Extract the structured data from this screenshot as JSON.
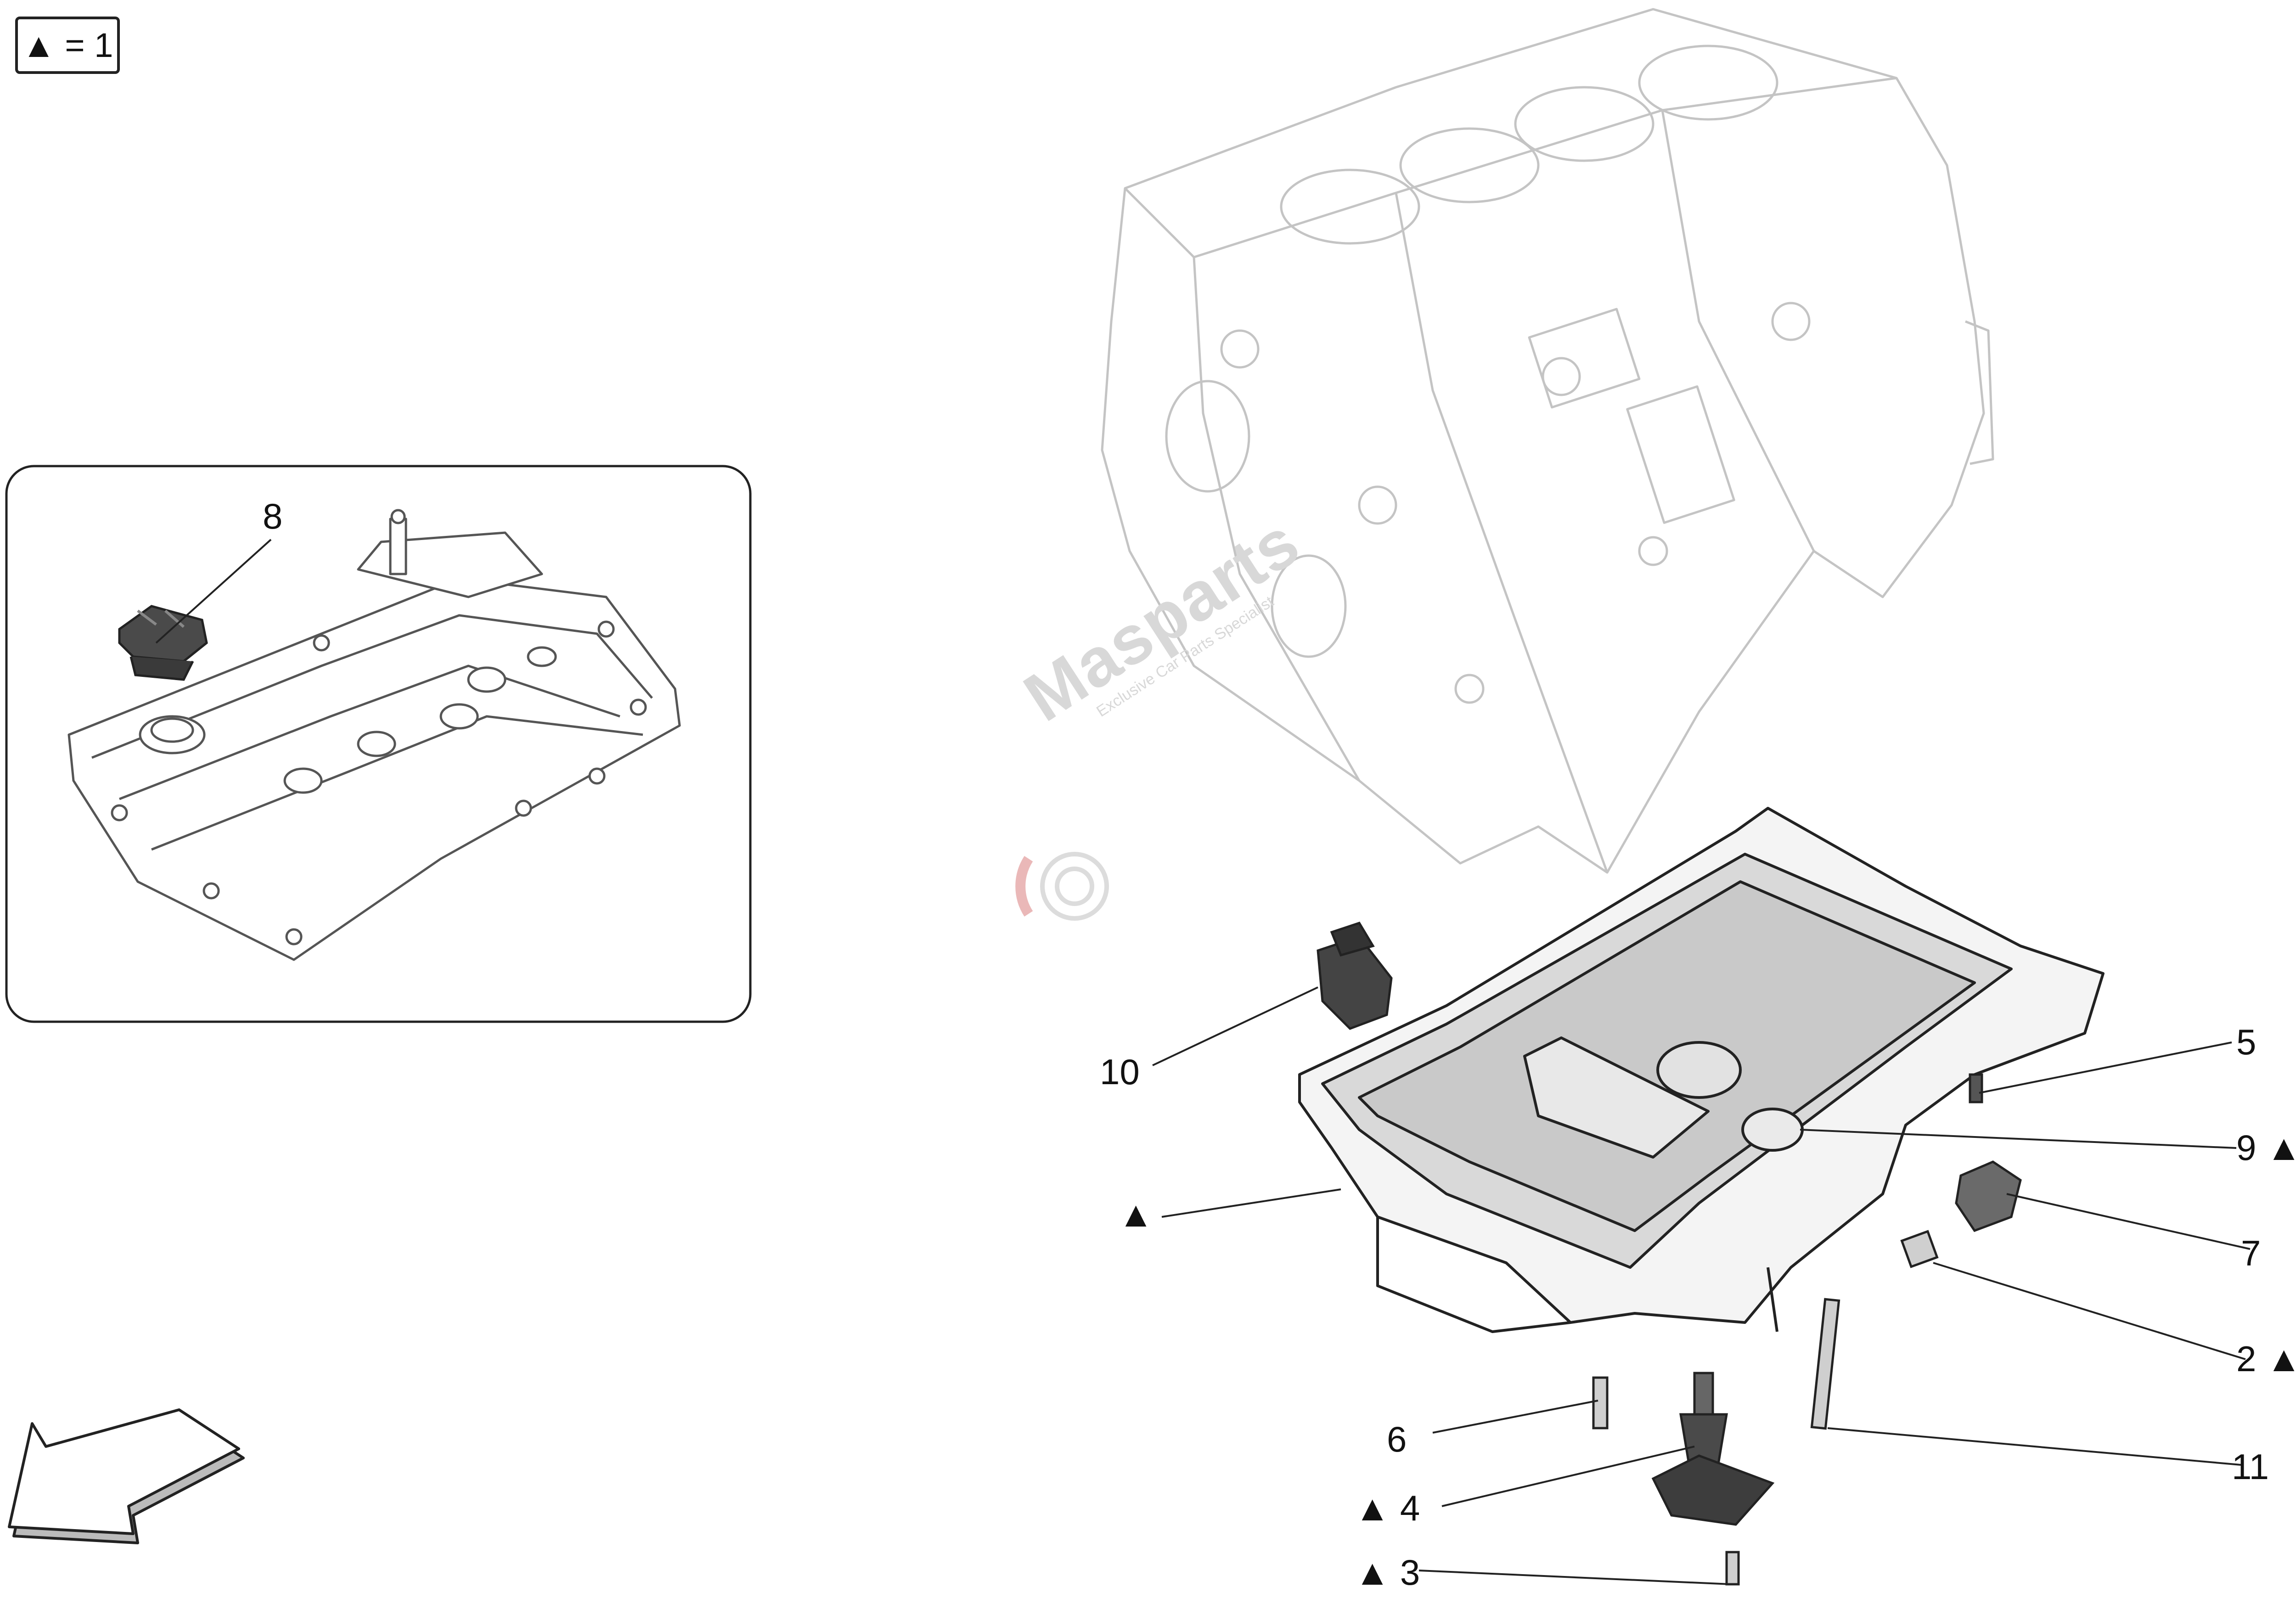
{
  "legend": {
    "text": "▲ = 1"
  },
  "inset": {
    "callouts": [
      {
        "id": "8",
        "text": "8"
      }
    ]
  },
  "callouts": [
    {
      "id": "10",
      "text": "10"
    },
    {
      "id": "tri",
      "text": "▲"
    },
    {
      "id": "5",
      "text": "5"
    },
    {
      "id": "9",
      "text": "9 ▲"
    },
    {
      "id": "7",
      "text": "7"
    },
    {
      "id": "2",
      "text": "2 ▲"
    },
    {
      "id": "6",
      "text": "6"
    },
    {
      "id": "11",
      "text": "11"
    },
    {
      "id": "4",
      "text": "▲ 4"
    },
    {
      "id": "3",
      "text": "▲ 3"
    }
  ],
  "watermark": {
    "brand": "Masparts",
    "tagline": "Exclusive Car Parts Specialist"
  },
  "colors": {
    "line": "#222222",
    "ghost": "#bdbdbd",
    "part": "#8a8a8a",
    "dark": "#3a3a3a",
    "wm": "#d6d6d6",
    "wmRed": "#e8b0b0"
  }
}
